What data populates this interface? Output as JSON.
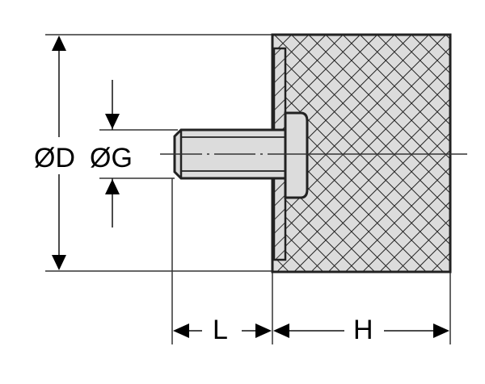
{
  "diagram": {
    "labels": {
      "outer_diameter": "ØD",
      "stud_diameter": "ØG",
      "stud_length": "L",
      "body_height": "H"
    },
    "colors": {
      "line": "#222222",
      "fill": "#dcdcdc",
      "background": "#ffffff"
    }
  }
}
